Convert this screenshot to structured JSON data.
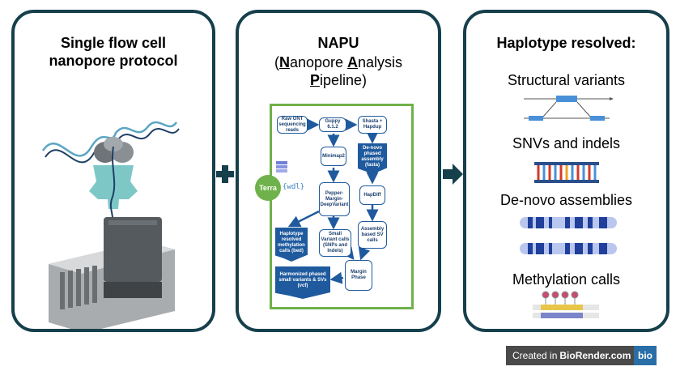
{
  "panel1": {
    "title_line1": "Single flow cell",
    "title_line2": "nanopore protocol"
  },
  "panel2": {
    "title": "NAPU",
    "sub_open": "(",
    "sub_n": "N",
    "sub_anopore": "anopore ",
    "sub_a": "A",
    "sub_nalysis": "nalysis",
    "sub_p": "P",
    "sub_ipeline": "ipeline)",
    "terra": "Terra",
    "wdl": "{wdl}",
    "nodes": {
      "raw": "Raw ONT sequencing reads",
      "guppy": "Guppy 6.1.2",
      "shasta": "Shasta + Hapdup",
      "minimap": "Minimap2",
      "denovo": "De-novo phased assembly (fasta)",
      "pepper": "Pepper-Margin-DeepVariant",
      "hapdiff": "HapDiff",
      "methyl": "Haplotype resolved methylation calls (bed)",
      "small": "Small Variant calls (SNPs and Indels)",
      "assembly": "Assembly based SV calls",
      "margin": "Margin Phase",
      "harmonized": "Harmonized phased small variants & SVs (vcf)"
    }
  },
  "panel3": {
    "title": "Haplotype resolved:",
    "items": [
      "Structural variants",
      "SNVs and indels",
      "De-novo assemblies",
      "Methylation calls"
    ]
  },
  "badge": {
    "created": "Created in",
    "brand": "BioRender.com",
    "logo": "bio"
  },
  "colors": {
    "panel_border": "#163f4c",
    "arrow": "#163f4c",
    "flow_border": "#6fb14a",
    "node_blue": "#1f5a9e"
  }
}
